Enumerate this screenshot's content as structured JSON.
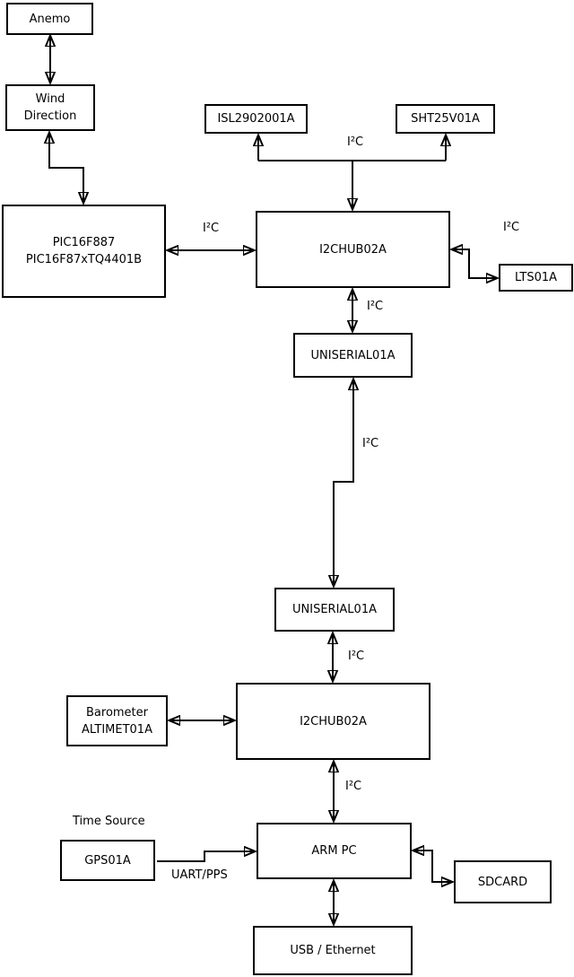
{
  "diagram": {
    "colors": {
      "line": "#000000",
      "background": "#ffffff",
      "box_fill": "#ffffff"
    },
    "nodes": {
      "anemo": {
        "label": "Anemo"
      },
      "wind_direction": {
        "line1": "Wind",
        "line2": "Direction"
      },
      "pic": {
        "line1": "PIC16F887",
        "line2": "PIC16F87xTQ4401B"
      },
      "isl": {
        "label": "ISL2902001A"
      },
      "sht": {
        "label": "SHT25V01A"
      },
      "i2c_hub_1": {
        "label": "I2CHUB02A"
      },
      "lts": {
        "label": "LTS01A"
      },
      "uniserial_1": {
        "label": "UNISERIAL01A"
      },
      "uniserial_2": {
        "label": "UNISERIAL01A"
      },
      "barometer": {
        "line1": "Barometer",
        "line2": "ALTIMET01A"
      },
      "i2c_hub_2": {
        "label": "I2CHUB02A"
      },
      "gps": {
        "label": "GPS01A"
      },
      "arm_pc": {
        "label": "ARM PC"
      },
      "sdcard": {
        "label": "SDCARD"
      },
      "usb_ethernet": {
        "label": "USB / Ethernet"
      }
    },
    "labels": {
      "top_bus": "I²C",
      "pic_hub": "I²C",
      "hub_lts": "I²C",
      "hub_uniserial": "I²C",
      "uniserial_link": "I²C",
      "uniserial_hub2": "I²C",
      "hub2_armpc": "I²C",
      "time_source": "Time Source",
      "uart_pps": "UART/PPS"
    }
  }
}
